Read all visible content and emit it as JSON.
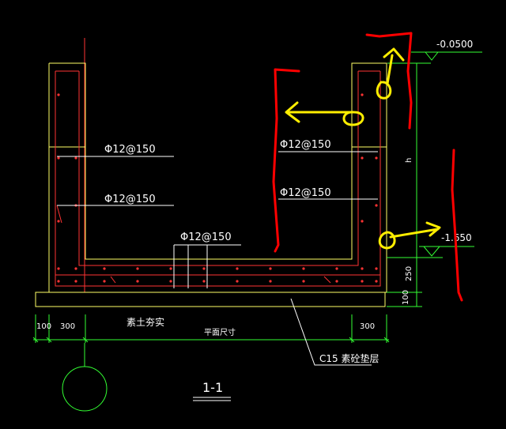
{
  "labels": {
    "rebar_upper_left": "Φ12@150",
    "rebar_lower_left": "Φ12@150",
    "rebar_upper_right": "Φ12@150",
    "rebar_lower_right": "Φ12@150",
    "rebar_bottom": "Φ12@150",
    "elev_top": "-0.0500",
    "elev_bottom": "-1.650",
    "height_marker": "h",
    "dim_250": "250",
    "dim_100_right": "100",
    "dim_100_left": "100",
    "dim_300_left": "300",
    "dim_300_right": "300",
    "inner_width": "平面尺寸",
    "compacted_soil": "素土夯实",
    "cushion": "C15 素砼垫层",
    "section_title": "1-1"
  },
  "colors": {
    "background": "#000000",
    "concrete_outline": "#ffff66",
    "rebar": "#ff3333",
    "dimension": "#33ff33",
    "axis": "#ff3333",
    "annotation_red": "#ff0000",
    "annotation_yellow": "#ffee00",
    "text": "#ffffff"
  }
}
